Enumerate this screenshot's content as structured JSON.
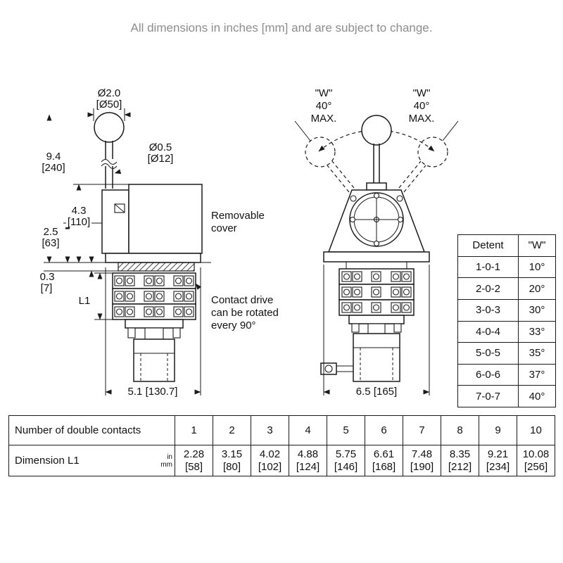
{
  "note": "All dimensions in inches [mm] and are subject to change.",
  "side_view": {
    "ball_dia_line1": "Ø2.0",
    "ball_dia_line2": "[Ø50]",
    "shaft_dia_line1": "Ø0.5",
    "shaft_dia_line2": "[Ø12]",
    "height_line1": "9.4",
    "height_line2": "[240]",
    "cover_h_line1": "4.3",
    "cover_h_line2": "[110]",
    "base_h_line1": "2.5",
    "base_h_line2": "[63]",
    "plate_t_line1": "0.3",
    "plate_t_line2": "[7]",
    "l1_label": "L1",
    "width_dim": "5.1 [130.7]",
    "removable_line1": "Removable",
    "removable_line2": "cover",
    "contact_line1": "Contact drive",
    "contact_line2": "can be rotated",
    "contact_line3": "every 90°"
  },
  "front_view": {
    "w_label": "\"W\"",
    "angle": "40°",
    "max": "MAX.",
    "width_dim": "6.5 [165]"
  },
  "detent_table": {
    "col1_header": "Detent",
    "col2_header": "\"W\"",
    "rows": [
      {
        "detent": "1-0-1",
        "w": "10°"
      },
      {
        "detent": "2-0-2",
        "w": "20°"
      },
      {
        "detent": "3-0-3",
        "w": "30°"
      },
      {
        "detent": "4-0-4",
        "w": "33°"
      },
      {
        "detent": "5-0-5",
        "w": "35°"
      },
      {
        "detent": "6-0-6",
        "w": "37°"
      },
      {
        "detent": "7-0-7",
        "w": "40°"
      }
    ]
  },
  "bottom_table": {
    "row1_label": "Number of double contacts",
    "row2_label": "Dimension L1",
    "unit_in": "in",
    "unit_mm": "mm",
    "columns": [
      {
        "n": "1",
        "in": "2.28",
        "mm": "[58]"
      },
      {
        "n": "2",
        "in": "3.15",
        "mm": "[80]"
      },
      {
        "n": "3",
        "in": "4.02",
        "mm": "[102]"
      },
      {
        "n": "4",
        "in": "4.88",
        "mm": "[124]"
      },
      {
        "n": "5",
        "in": "5.75",
        "mm": "[146]"
      },
      {
        "n": "6",
        "in": "6.61",
        "mm": "[168]"
      },
      {
        "n": "7",
        "in": "7.48",
        "mm": "[190]"
      },
      {
        "n": "8",
        "in": "8.35",
        "mm": "[212]"
      },
      {
        "n": "9",
        "in": "9.21",
        "mm": "[234]"
      },
      {
        "n": "10",
        "in": "10.08",
        "mm": "[256]"
      }
    ]
  }
}
